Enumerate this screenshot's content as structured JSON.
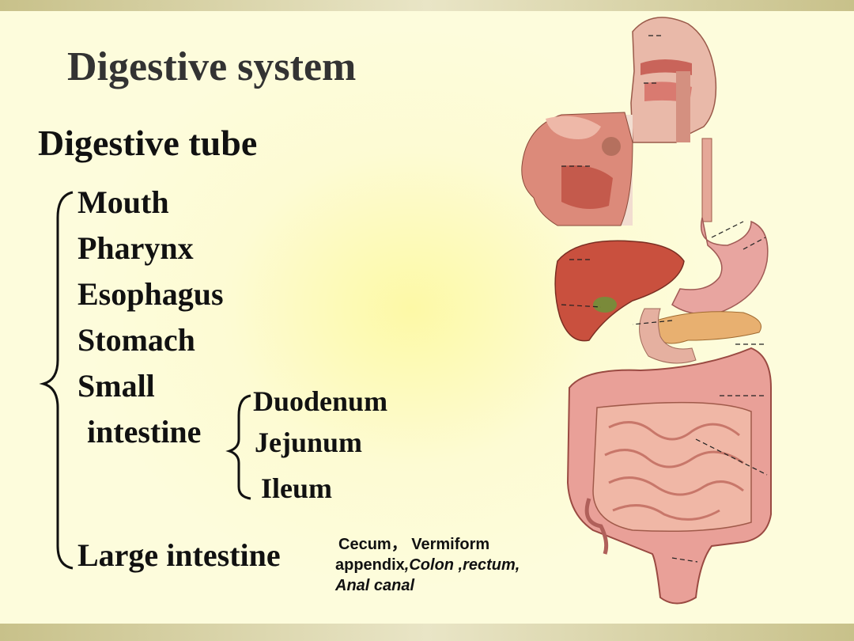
{
  "title": "Digestive system",
  "heading": "Digestive tube",
  "organs": [
    "Mouth",
    "Pharynx",
    "Esophagus",
    "Stomach",
    "Small",
    "intestine",
    "Large intestine"
  ],
  "small_intestine_parts": [
    "Duodenum",
    "Jejunum",
    "Ileum"
  ],
  "large_intestine_note": {
    "part1": "Cecum，  Vermiform",
    "part2": "appendix",
    "part3": ",Colon ,rectum,",
    "part4": "Anal canal"
  },
  "colors": {
    "title": "#333333",
    "text": "#111111",
    "background": "#fdfbd3",
    "bars": "#c8c18a"
  },
  "figure": "digestive-system-illustration"
}
